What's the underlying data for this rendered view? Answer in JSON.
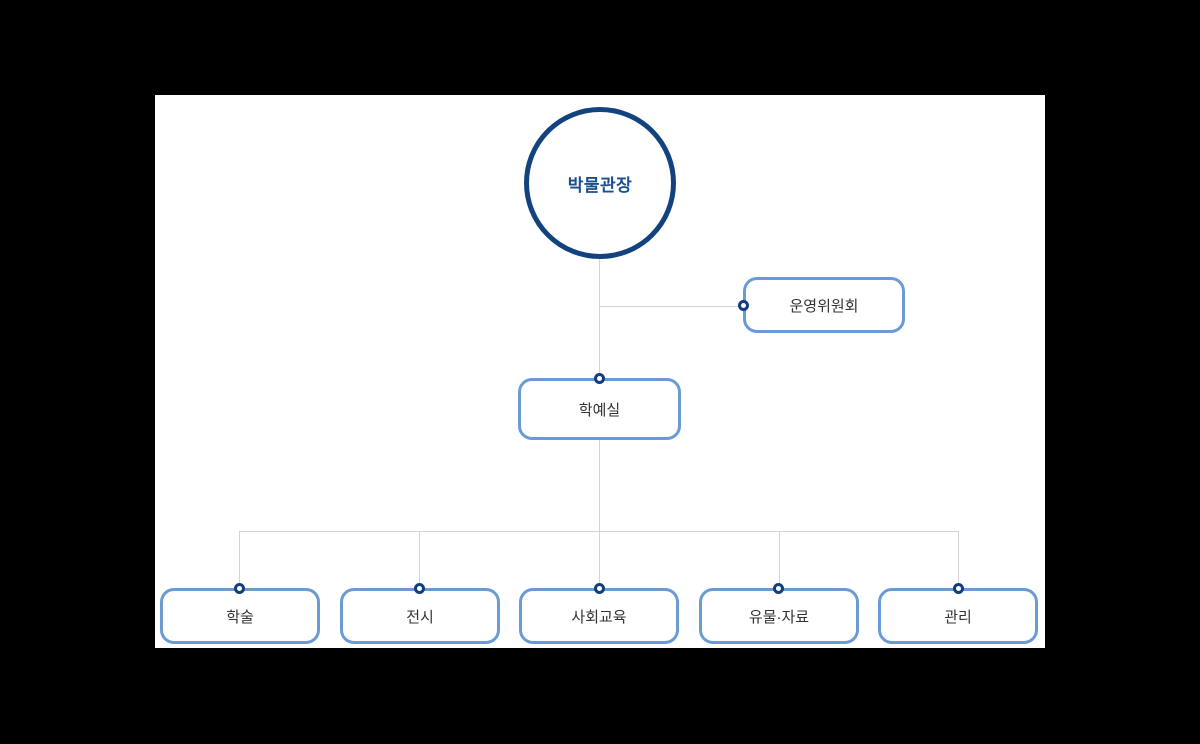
{
  "diagram": {
    "title_node": {
      "label": "박물관장",
      "shape": "circle",
      "border_color": "#12437f",
      "text_color": "#1b4f8f"
    },
    "canvas": {
      "background": "#ffffff",
      "page_background": "#000000"
    },
    "style": {
      "box_border_color": "#6b9bd2",
      "box_text_color": "#333333",
      "connector_line_color": "#d3d3d3",
      "port_ring_color": "#123f7c",
      "port_core_color": "#ffffff"
    },
    "side_node": {
      "label": "운영위원회",
      "shape": "rounded-rect",
      "port_side": "left"
    },
    "mid_node": {
      "label": "학예실",
      "shape": "rounded-rect",
      "port_side": "top"
    },
    "leaf_nodes": [
      {
        "label": "학술",
        "shape": "rounded-rect",
        "port_side": "top"
      },
      {
        "label": "전시",
        "shape": "rounded-rect",
        "port_side": "top"
      },
      {
        "label": "사회교육",
        "shape": "rounded-rect",
        "port_side": "top"
      },
      {
        "label": "유물·자료",
        "shape": "rounded-rect",
        "port_side": "top"
      },
      {
        "label": "관리",
        "shape": "rounded-rect",
        "port_side": "top"
      }
    ]
  }
}
